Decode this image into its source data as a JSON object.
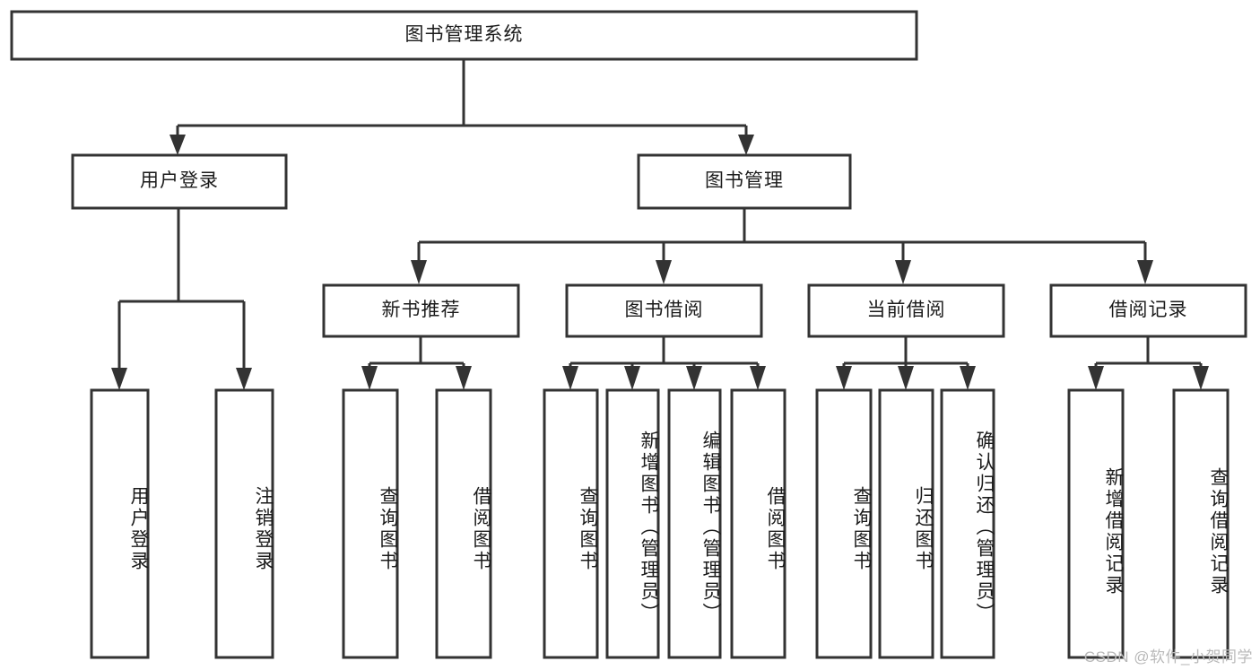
{
  "diagram": {
    "type": "tree-hierarchy",
    "title": "图书管理系统",
    "watermark": "CSDN @软件_小贺同学",
    "root": {
      "id": "root",
      "label": "图书管理系统",
      "orientation": "horizontal"
    },
    "level2": [
      {
        "id": "user-login",
        "label": "用户登录",
        "orientation": "horizontal"
      },
      {
        "id": "book-manage",
        "label": "图书管理",
        "orientation": "horizontal"
      }
    ],
    "level3": [
      {
        "id": "new-book-recommend",
        "label": "新书推荐",
        "parent": "book-manage",
        "orientation": "horizontal"
      },
      {
        "id": "book-borrow",
        "label": "图书借阅",
        "parent": "book-manage",
        "orientation": "horizontal"
      },
      {
        "id": "current-borrow",
        "label": "当前借阅",
        "parent": "book-manage",
        "orientation": "horizontal"
      },
      {
        "id": "borrow-record",
        "label": "借阅记录",
        "parent": "book-manage",
        "orientation": "horizontal"
      }
    ],
    "leaves": [
      {
        "id": "leaf-user-login",
        "label": "用户登录",
        "parent": "user-login",
        "orientation": "vertical"
      },
      {
        "id": "leaf-user-logout",
        "label": "注销登录",
        "parent": "user-login",
        "orientation": "vertical"
      },
      {
        "id": "leaf-query-book-1",
        "label": "查询图书",
        "parent": "new-book-recommend",
        "orientation": "vertical"
      },
      {
        "id": "leaf-borrow-book-1",
        "label": "借阅图书",
        "parent": "new-book-recommend",
        "orientation": "vertical"
      },
      {
        "id": "leaf-query-book-2",
        "label": "查询图书",
        "parent": "book-borrow",
        "orientation": "vertical"
      },
      {
        "id": "leaf-add-book",
        "label": "新增图书（管理员）",
        "parent": "book-borrow",
        "orientation": "vertical"
      },
      {
        "id": "leaf-edit-book",
        "label": "编辑图书（管理员）",
        "parent": "book-borrow",
        "orientation": "vertical"
      },
      {
        "id": "leaf-borrow-book-2",
        "label": "借阅图书",
        "parent": "book-borrow",
        "orientation": "vertical"
      },
      {
        "id": "leaf-query-book-3",
        "label": "查询图书",
        "parent": "current-borrow",
        "orientation": "vertical"
      },
      {
        "id": "leaf-return-book",
        "label": "归还图书",
        "parent": "current-borrow",
        "orientation": "vertical"
      },
      {
        "id": "leaf-confirm-return",
        "label": "确认归还（管理员）",
        "parent": "current-borrow",
        "orientation": "vertical"
      },
      {
        "id": "leaf-add-record",
        "label": "新增借阅记录",
        "parent": "borrow-record",
        "orientation": "vertical"
      },
      {
        "id": "leaf-query-record",
        "label": "查询借阅记录",
        "parent": "borrow-record",
        "orientation": "vertical"
      }
    ],
    "colors": {
      "stroke": "#333333",
      "fill": "#ffffff",
      "text": "#1b1b1b",
      "watermark": "#b9b9b9"
    }
  }
}
